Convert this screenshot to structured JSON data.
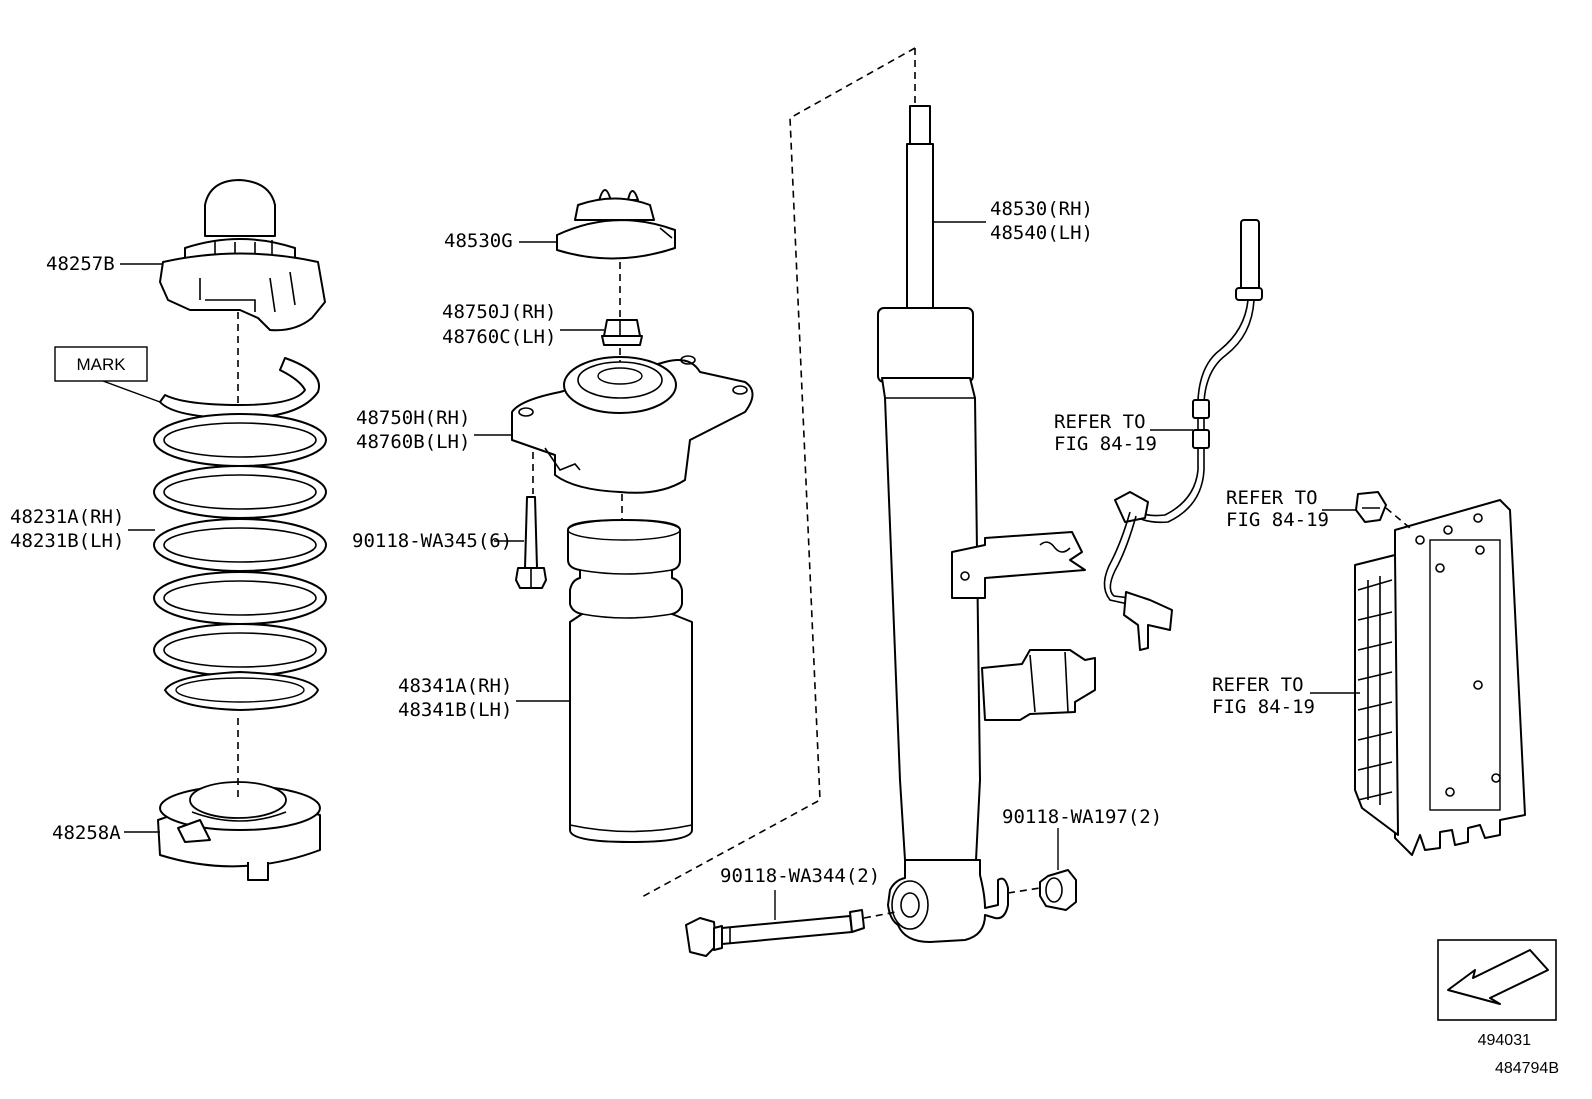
{
  "labels": {
    "l48257b": "48257B",
    "mark": "MARK",
    "l48231a": "48231A(RH)",
    "l48231b": "48231B(LH)",
    "l48258a": "48258A",
    "l48530g": "48530G",
    "l48750j": "48750J(RH)",
    "l48760c": "48760C(LH)",
    "l48750h": "48750H(RH)",
    "l48760b": "48760B(LH)",
    "l90118wa345": "90118-WA345(6)",
    "l48341a": "48341A(RH)",
    "l48341b": "48341B(LH)",
    "l48530": "48530(RH)",
    "l48540": "48540(LH)",
    "refer1a": "REFER TO",
    "refer1b": "FIG 84-19",
    "refer2a": "REFER TO",
    "refer2b": "FIG 84-19",
    "refer3a": "REFER TO",
    "refer3b": "FIG 84-19",
    "l90118wa197": "90118-WA197(2)",
    "l90118wa344": "90118-WA344(2)",
    "ref1": "494031",
    "ref2": "484794B"
  },
  "icons": {
    "front_arrow": "front-direction-arrow-icon"
  }
}
